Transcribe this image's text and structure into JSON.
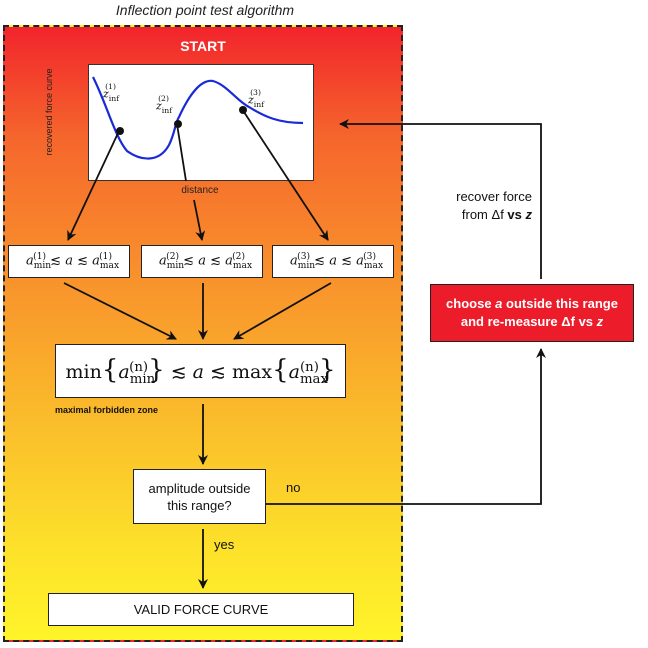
{
  "title": "Inflection point test algorithm",
  "start_label": "START",
  "plot": {
    "ylabel": "recovered force curve",
    "xlabel": "distance",
    "points": [
      {
        "symbol": "z",
        "sub": "inf",
        "sup": "(1)"
      },
      {
        "symbol": "z",
        "sub": "inf",
        "sup": "(2)"
      },
      {
        "symbol": "z",
        "sub": "inf",
        "sup": "(3)"
      }
    ]
  },
  "ranges": [
    {
      "a": "a",
      "min_sub": "min",
      "max_sub": "max",
      "sup": "(1)"
    },
    {
      "a": "a",
      "min_sub": "min",
      "max_sub": "max",
      "sup": "(2)"
    },
    {
      "a": "a",
      "min_sub": "min",
      "max_sub": "max",
      "sup": "(3)"
    }
  ],
  "combined": {
    "min": "min",
    "max": "max",
    "a": "a",
    "sup": "(n)",
    "min_sub": "min",
    "max_sub": "max"
  },
  "zone_label": "maximal forbidden zone",
  "question": {
    "line1": "amplitude outside",
    "line2": "this range?"
  },
  "no_label": "no",
  "yes_label": "yes",
  "valid_label": "VALID FORCE CURVE",
  "remeasure": {
    "line1_pre": "choose ",
    "line1_var": "a",
    "line1_post": " outside this range",
    "line2_pre": "and re-measure ",
    "line2_var": "Δf",
    "line2_mid": " vs ",
    "line2_z": "z"
  },
  "recover": {
    "line1": "recover force",
    "line2_pre": "from ",
    "line2_var": "Δf",
    "line2_mid": " vs ",
    "line2_z": "z"
  },
  "colors": {
    "panel_top": "#f2242c",
    "panel_bottom": "#fff42a",
    "curve": "#1a2bd6",
    "remeasure_bg": "#ed1c2a"
  }
}
